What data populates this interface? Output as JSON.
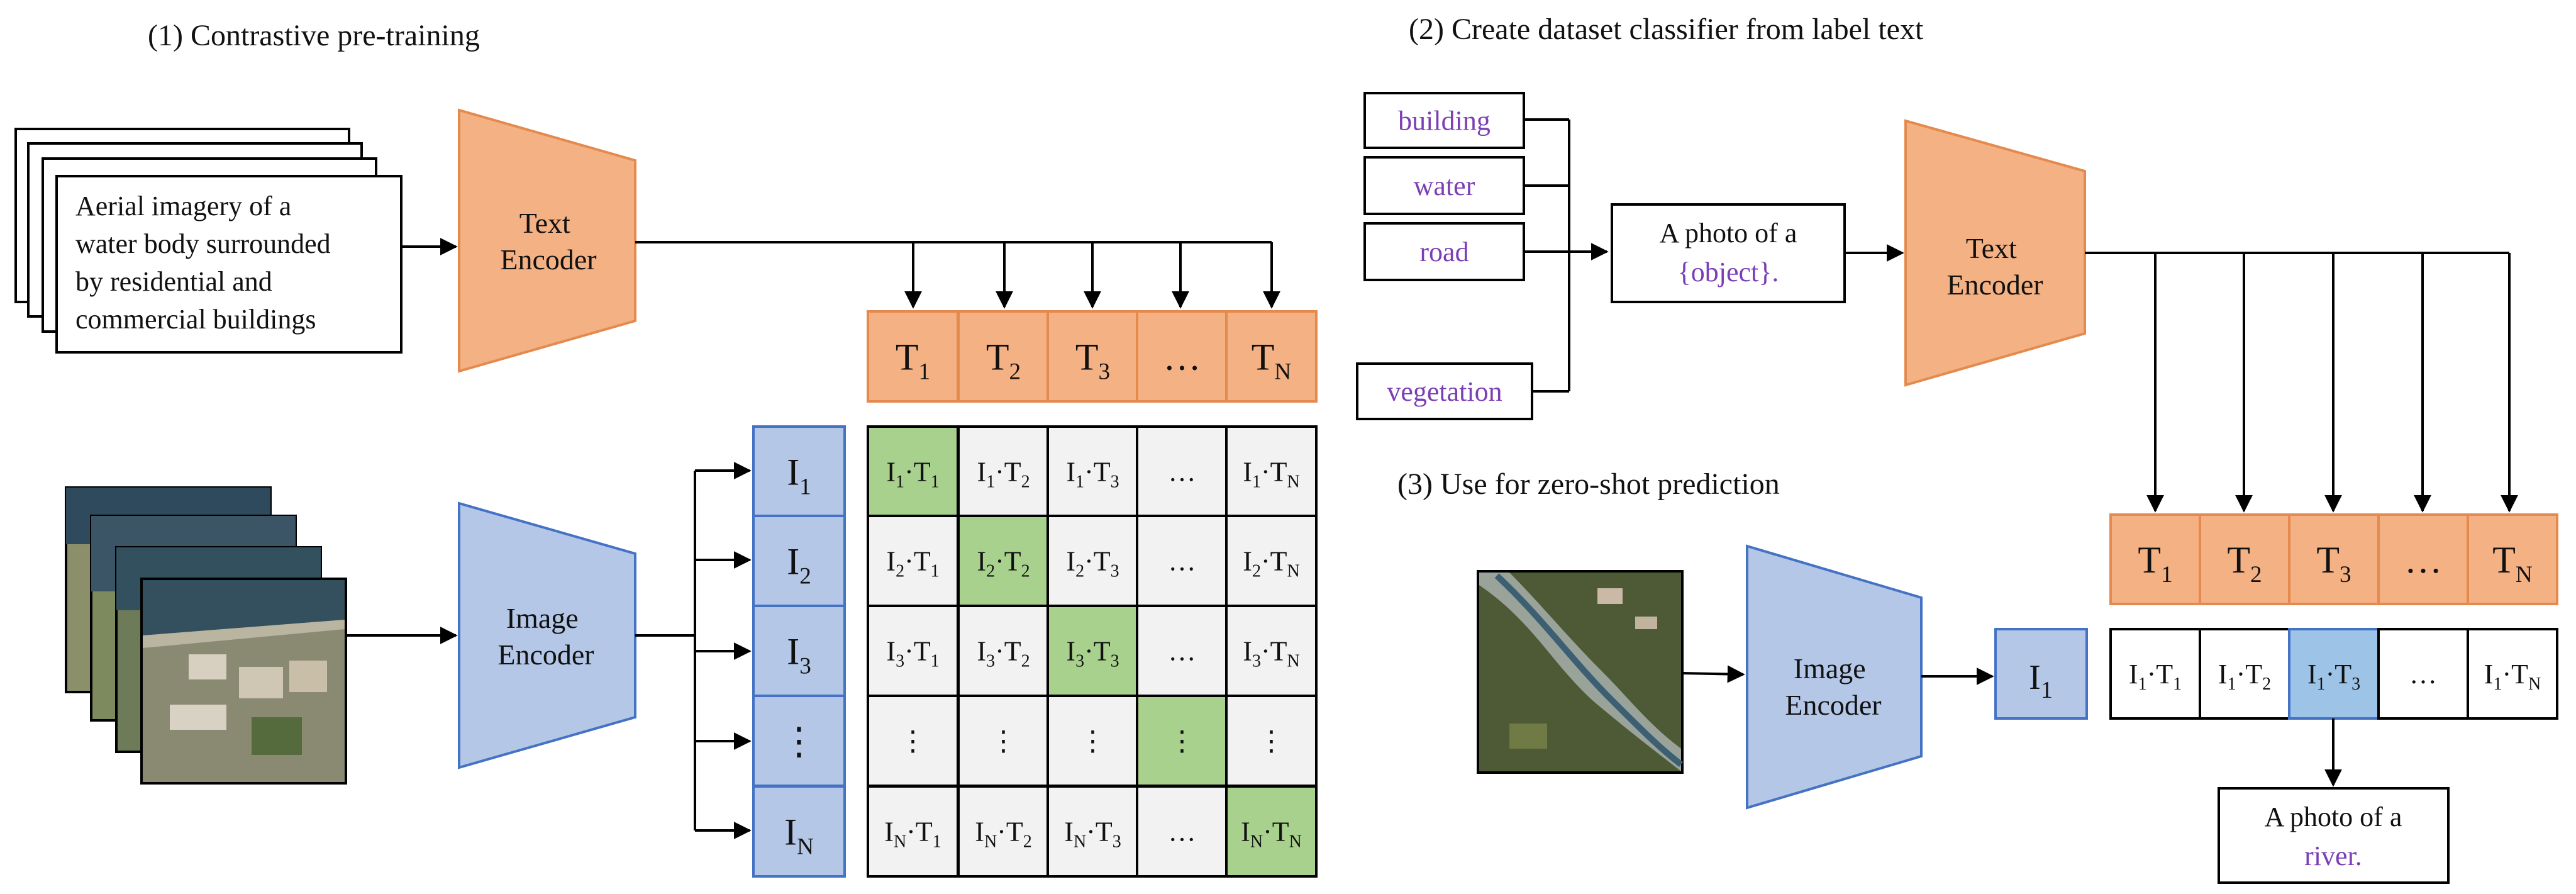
{
  "colors": {
    "text_encoder": "#f4b183",
    "text_encoder_stroke": "#e48a4e",
    "image_encoder": "#b4c7e7",
    "image_encoder_stroke": "#4472c4",
    "diag_green": "#a9d18e",
    "cell_gray": "#f2f2f2",
    "purple_text": "#7b3fb5",
    "highlight_blue": "#9dc3e6"
  },
  "panel1": {
    "title": "(1) Contrastive pre-training",
    "caption_lines": [
      "Aerial imagery of a",
      "water body surrounded",
      "by residential and",
      "commercial buildings"
    ],
    "text_encoder": [
      "Text",
      "Encoder"
    ],
    "image_encoder": [
      "Image",
      "Encoder"
    ],
    "text_tokens": [
      {
        "main": "T",
        "sub": "1"
      },
      {
        "main": "T",
        "sub": "2"
      },
      {
        "main": "T",
        "sub": "3"
      },
      {
        "main": "…",
        "sub": ""
      },
      {
        "main": "T",
        "sub": "N"
      }
    ],
    "image_tokens": [
      {
        "main": "I",
        "sub": "1"
      },
      {
        "main": "I",
        "sub": "2"
      },
      {
        "main": "I",
        "sub": "3"
      },
      {
        "main": "⋮",
        "sub": ""
      },
      {
        "main": "I",
        "sub": "N"
      }
    ],
    "row_subs": [
      "1",
      "2",
      "3",
      "",
      "N"
    ],
    "col_subs": [
      "1",
      "2",
      "3",
      "",
      "N"
    ],
    "cell_fills": [
      [
        "green",
        "gray",
        "gray",
        "gray",
        "gray"
      ],
      [
        "gray",
        "green",
        "gray",
        "gray",
        "gray"
      ],
      [
        "gray",
        "gray",
        "green",
        "gray",
        "gray"
      ],
      [
        "gray",
        "gray",
        "gray",
        "green",
        "gray"
      ],
      [
        "gray",
        "gray",
        "gray",
        "gray",
        "green"
      ]
    ]
  },
  "panel2": {
    "title": "(2) Create dataset classifier from label text",
    "labels": [
      "building",
      "water",
      "road",
      "vegetation"
    ],
    "template_line1": "A photo of a",
    "template_line2": "{object}.",
    "text_encoder": [
      "Text",
      "Encoder"
    ],
    "text_tokens": [
      {
        "main": "T",
        "sub": "1"
      },
      {
        "main": "T",
        "sub": "2"
      },
      {
        "main": "T",
        "sub": "3"
      },
      {
        "main": "…",
        "sub": ""
      },
      {
        "main": "T",
        "sub": "N"
      }
    ]
  },
  "panel3": {
    "title": "(3) Use for zero-shot prediction",
    "image_encoder": [
      "Image",
      "Encoder"
    ],
    "image_token": {
      "main": "I",
      "sub": "1"
    },
    "score_subs": [
      "1",
      "2",
      "3",
      "",
      "N"
    ],
    "highlight_index": 2,
    "result_line1": "A photo of a",
    "result_line2": "river."
  }
}
